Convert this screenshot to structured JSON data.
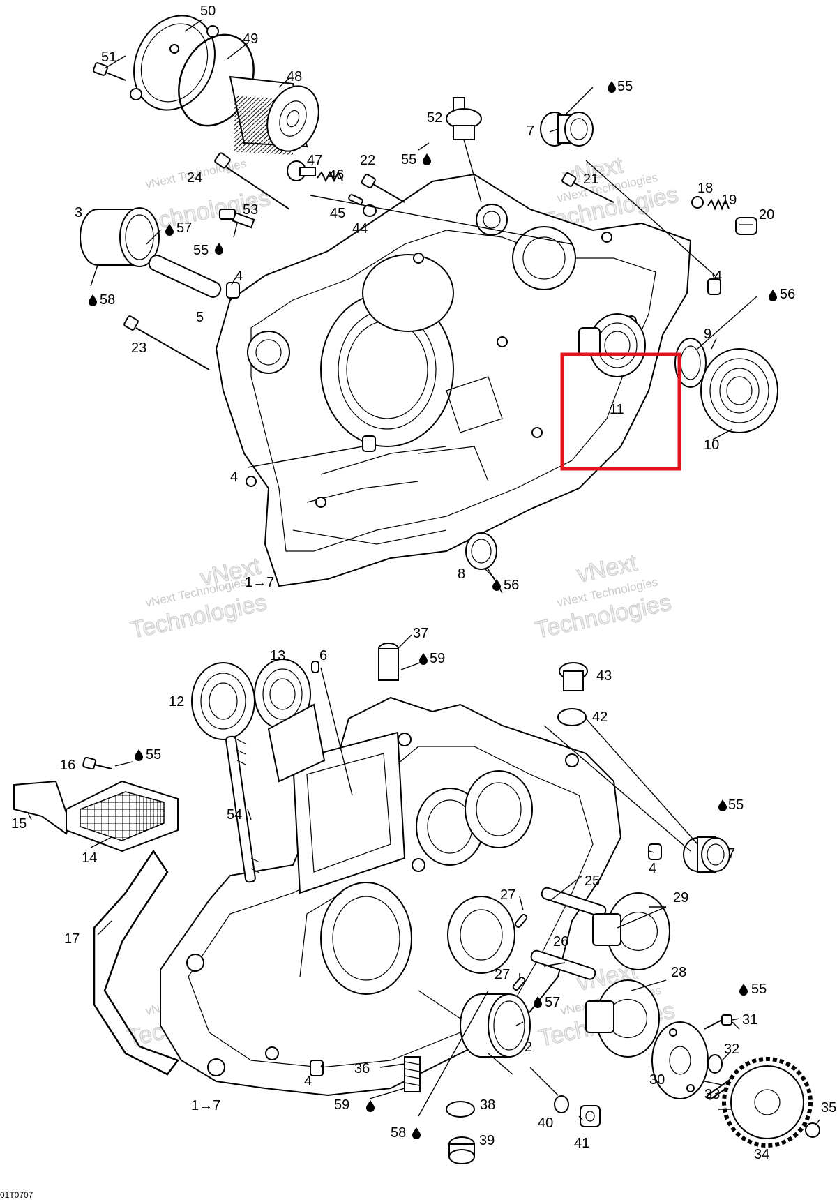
{
  "drawing_code": "01T0707",
  "watermark": {
    "line1": "vNext",
    "line2": "vNext Technologies",
    "line3": "Technologies"
  },
  "highlight_color": "#e3141b",
  "oil_drop_icon": "oil-drop-icon",
  "top_callouts": [
    "50",
    "49",
    "51",
    "48",
    "52",
    "55",
    "7",
    "55",
    "47",
    "46",
    "22",
    "24",
    "21",
    "18",
    "19",
    "20",
    "3",
    "53",
    "57",
    "45",
    "44",
    "55",
    "4",
    "4",
    "58",
    "5",
    "56",
    "9",
    "23",
    "11",
    "10",
    "4",
    "1→7",
    "8",
    "56"
  ],
  "bottom_callouts": [
    "37",
    "59",
    "6",
    "13",
    "43",
    "12",
    "42",
    "16",
    "55",
    "55",
    "15",
    "54",
    "7",
    "14",
    "4",
    "25",
    "29",
    "27",
    "17",
    "26",
    "27",
    "28",
    "57",
    "55",
    "31",
    "32",
    "36",
    "2",
    "4",
    "30",
    "33",
    "35",
    "38",
    "1→7",
    "59",
    "40",
    "41",
    "58",
    "39",
    "34"
  ]
}
